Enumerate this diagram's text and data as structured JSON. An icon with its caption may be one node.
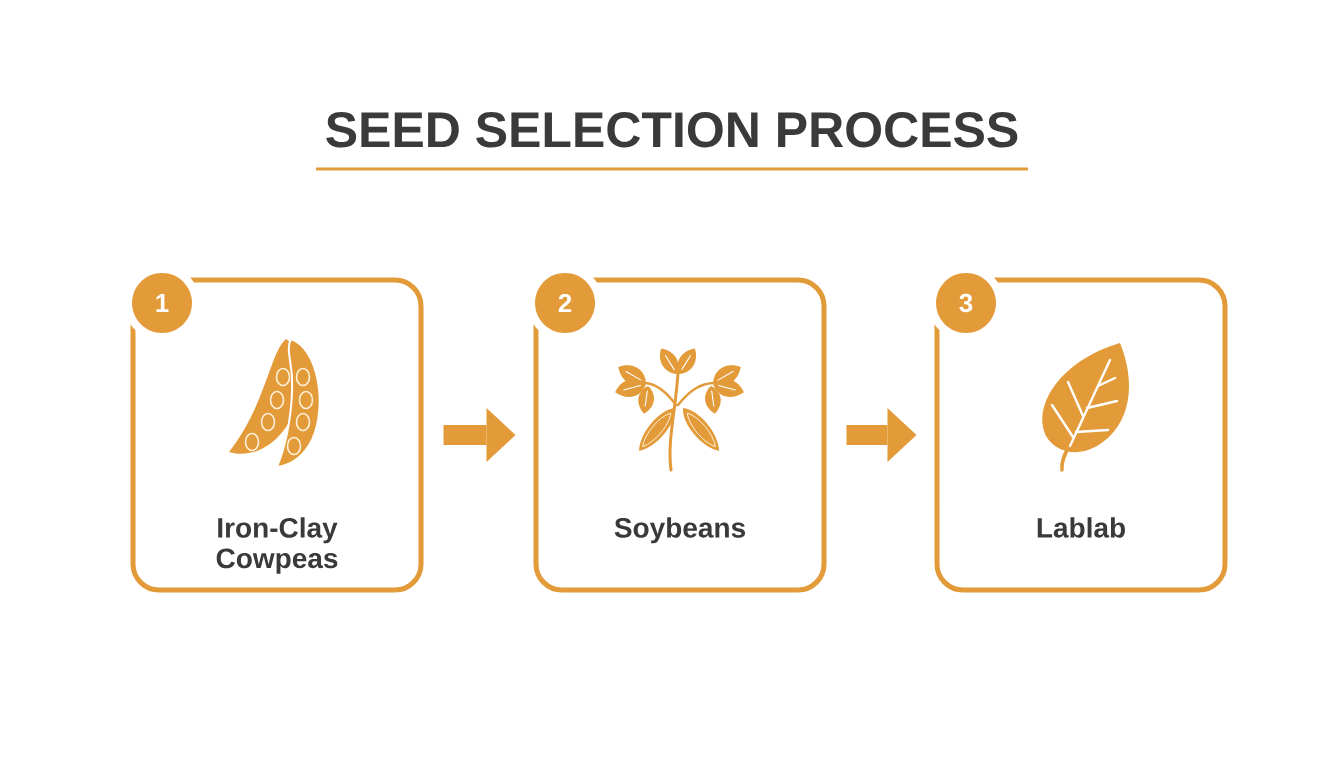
{
  "diagram": {
    "title": "SEED SELECTION PROCESS",
    "nodes": [
      {
        "text": [
          "1",
          "Iron-Clay Cowpeas"
        ]
      },
      {
        "text": [
          "2",
          "Soybeans"
        ]
      },
      {
        "text": [
          "3",
          "Lablab"
        ]
      }
    ],
    "edges": [
      {
        "from": 0,
        "to": 1,
        "arrow": "to"
      },
      {
        "from": 1,
        "to": 2,
        "arrow": "to"
      }
    ]
  }
}
